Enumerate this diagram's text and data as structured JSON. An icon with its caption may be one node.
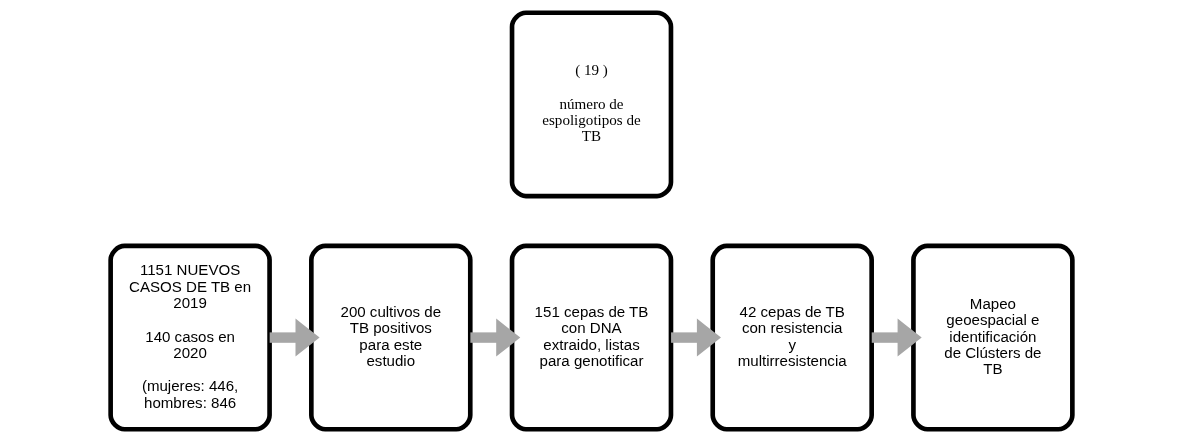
{
  "diagram": {
    "nodes": [
      {
        "text": [
          "1151 NUEVOS CASOS DE TB en 2019",
          "140 casos en 2020",
          "(mujeres: 446, hombres: 846"
        ]
      },
      {
        "text": [
          "200 cultivos de TB positivos para este estudio"
        ]
      },
      {
        "text": [
          "151 cepas de TB con DNA extraido, listas para genotificar"
        ]
      },
      {
        "text": [
          "42 cepas de TB con resistencia y multirresistencia"
        ]
      },
      {
        "text": [
          "Mapeo geoespacial e identificación de Clústers de TB"
        ]
      },
      {
        "text": [
          "( 19 )",
          "número de espoligotipos de TB"
        ]
      }
    ],
    "edges": [
      {
        "from": 0,
        "to": 1,
        "arrow": "to"
      },
      {
        "from": 1,
        "to": 2,
        "arrow": "to"
      },
      {
        "from": 2,
        "to": 3,
        "arrow": "to"
      },
      {
        "from": 3,
        "to": 4,
        "arrow": "to"
      }
    ]
  }
}
